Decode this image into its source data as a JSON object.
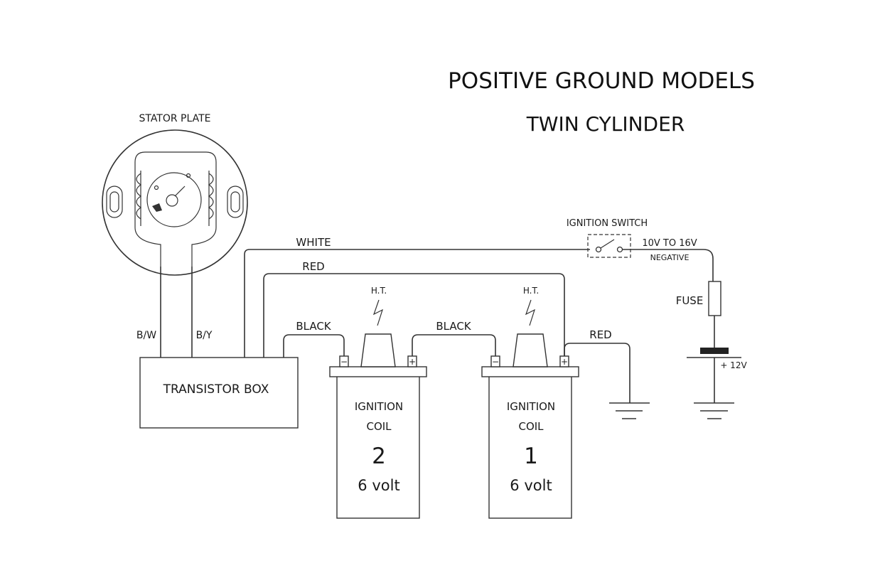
{
  "title": "POSITIVE GROUND MODELS",
  "subtitle": "TWIN CYLINDER",
  "stator": {
    "label": "STATOR PLATE"
  },
  "transistor_box": {
    "label": "TRANSISTOR BOX"
  },
  "wires": {
    "bw": "B/W",
    "by": "B/Y",
    "white": "WHITE",
    "red_top": "RED",
    "black_1": "BLACK",
    "black_2": "BLACK",
    "red_ground": "RED"
  },
  "coil_2": {
    "line1": "IGNITION",
    "line2": "COIL",
    "number": "2",
    "voltage": "6 volt",
    "ht": "H.T.",
    "term_left": "−",
    "term_right": "+"
  },
  "coil_1": {
    "line1": "IGNITION",
    "line2": "COIL",
    "number": "1",
    "voltage": "6 volt",
    "ht": "H.T.",
    "term_left": "−",
    "term_right": "+"
  },
  "ignition_switch": {
    "label": "IGNITION SWITCH"
  },
  "supply": {
    "range": "10V TO 16V",
    "polarity": "NEGATIVE"
  },
  "fuse": {
    "label": "FUSE"
  },
  "battery": {
    "label": "+ 12V"
  }
}
